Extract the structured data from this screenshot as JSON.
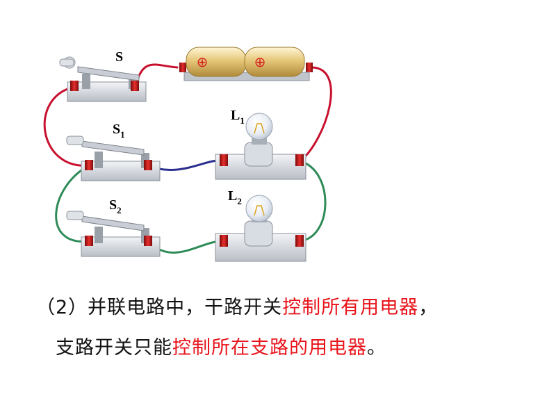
{
  "labels": {
    "s": "S",
    "s1_main": "S",
    "s1_sub": "1",
    "s2_main": "S",
    "s2_sub": "2",
    "l1_main": "L",
    "l1_sub": "1",
    "l2_main": "L",
    "l2_sub": "2"
  },
  "battery": {
    "cell1_sign": "⊕",
    "cell2_sign": "⊕"
  },
  "caption": {
    "line1_prefix": "（2）并联电路中，干路开关",
    "line1_highlight": "控制所有用电器",
    "line1_suffix": "，",
    "line2_prefix": "支路开关只能",
    "line2_highlight": "控制所在支路的用电器",
    "line2_suffix": "。"
  },
  "colors": {
    "wire_red": "#c8102e",
    "wire_blue": "#2b2f8f",
    "wire_green": "#2e8b57",
    "highlight_text": "#e8141b",
    "battery_gold": "#e0c070"
  }
}
